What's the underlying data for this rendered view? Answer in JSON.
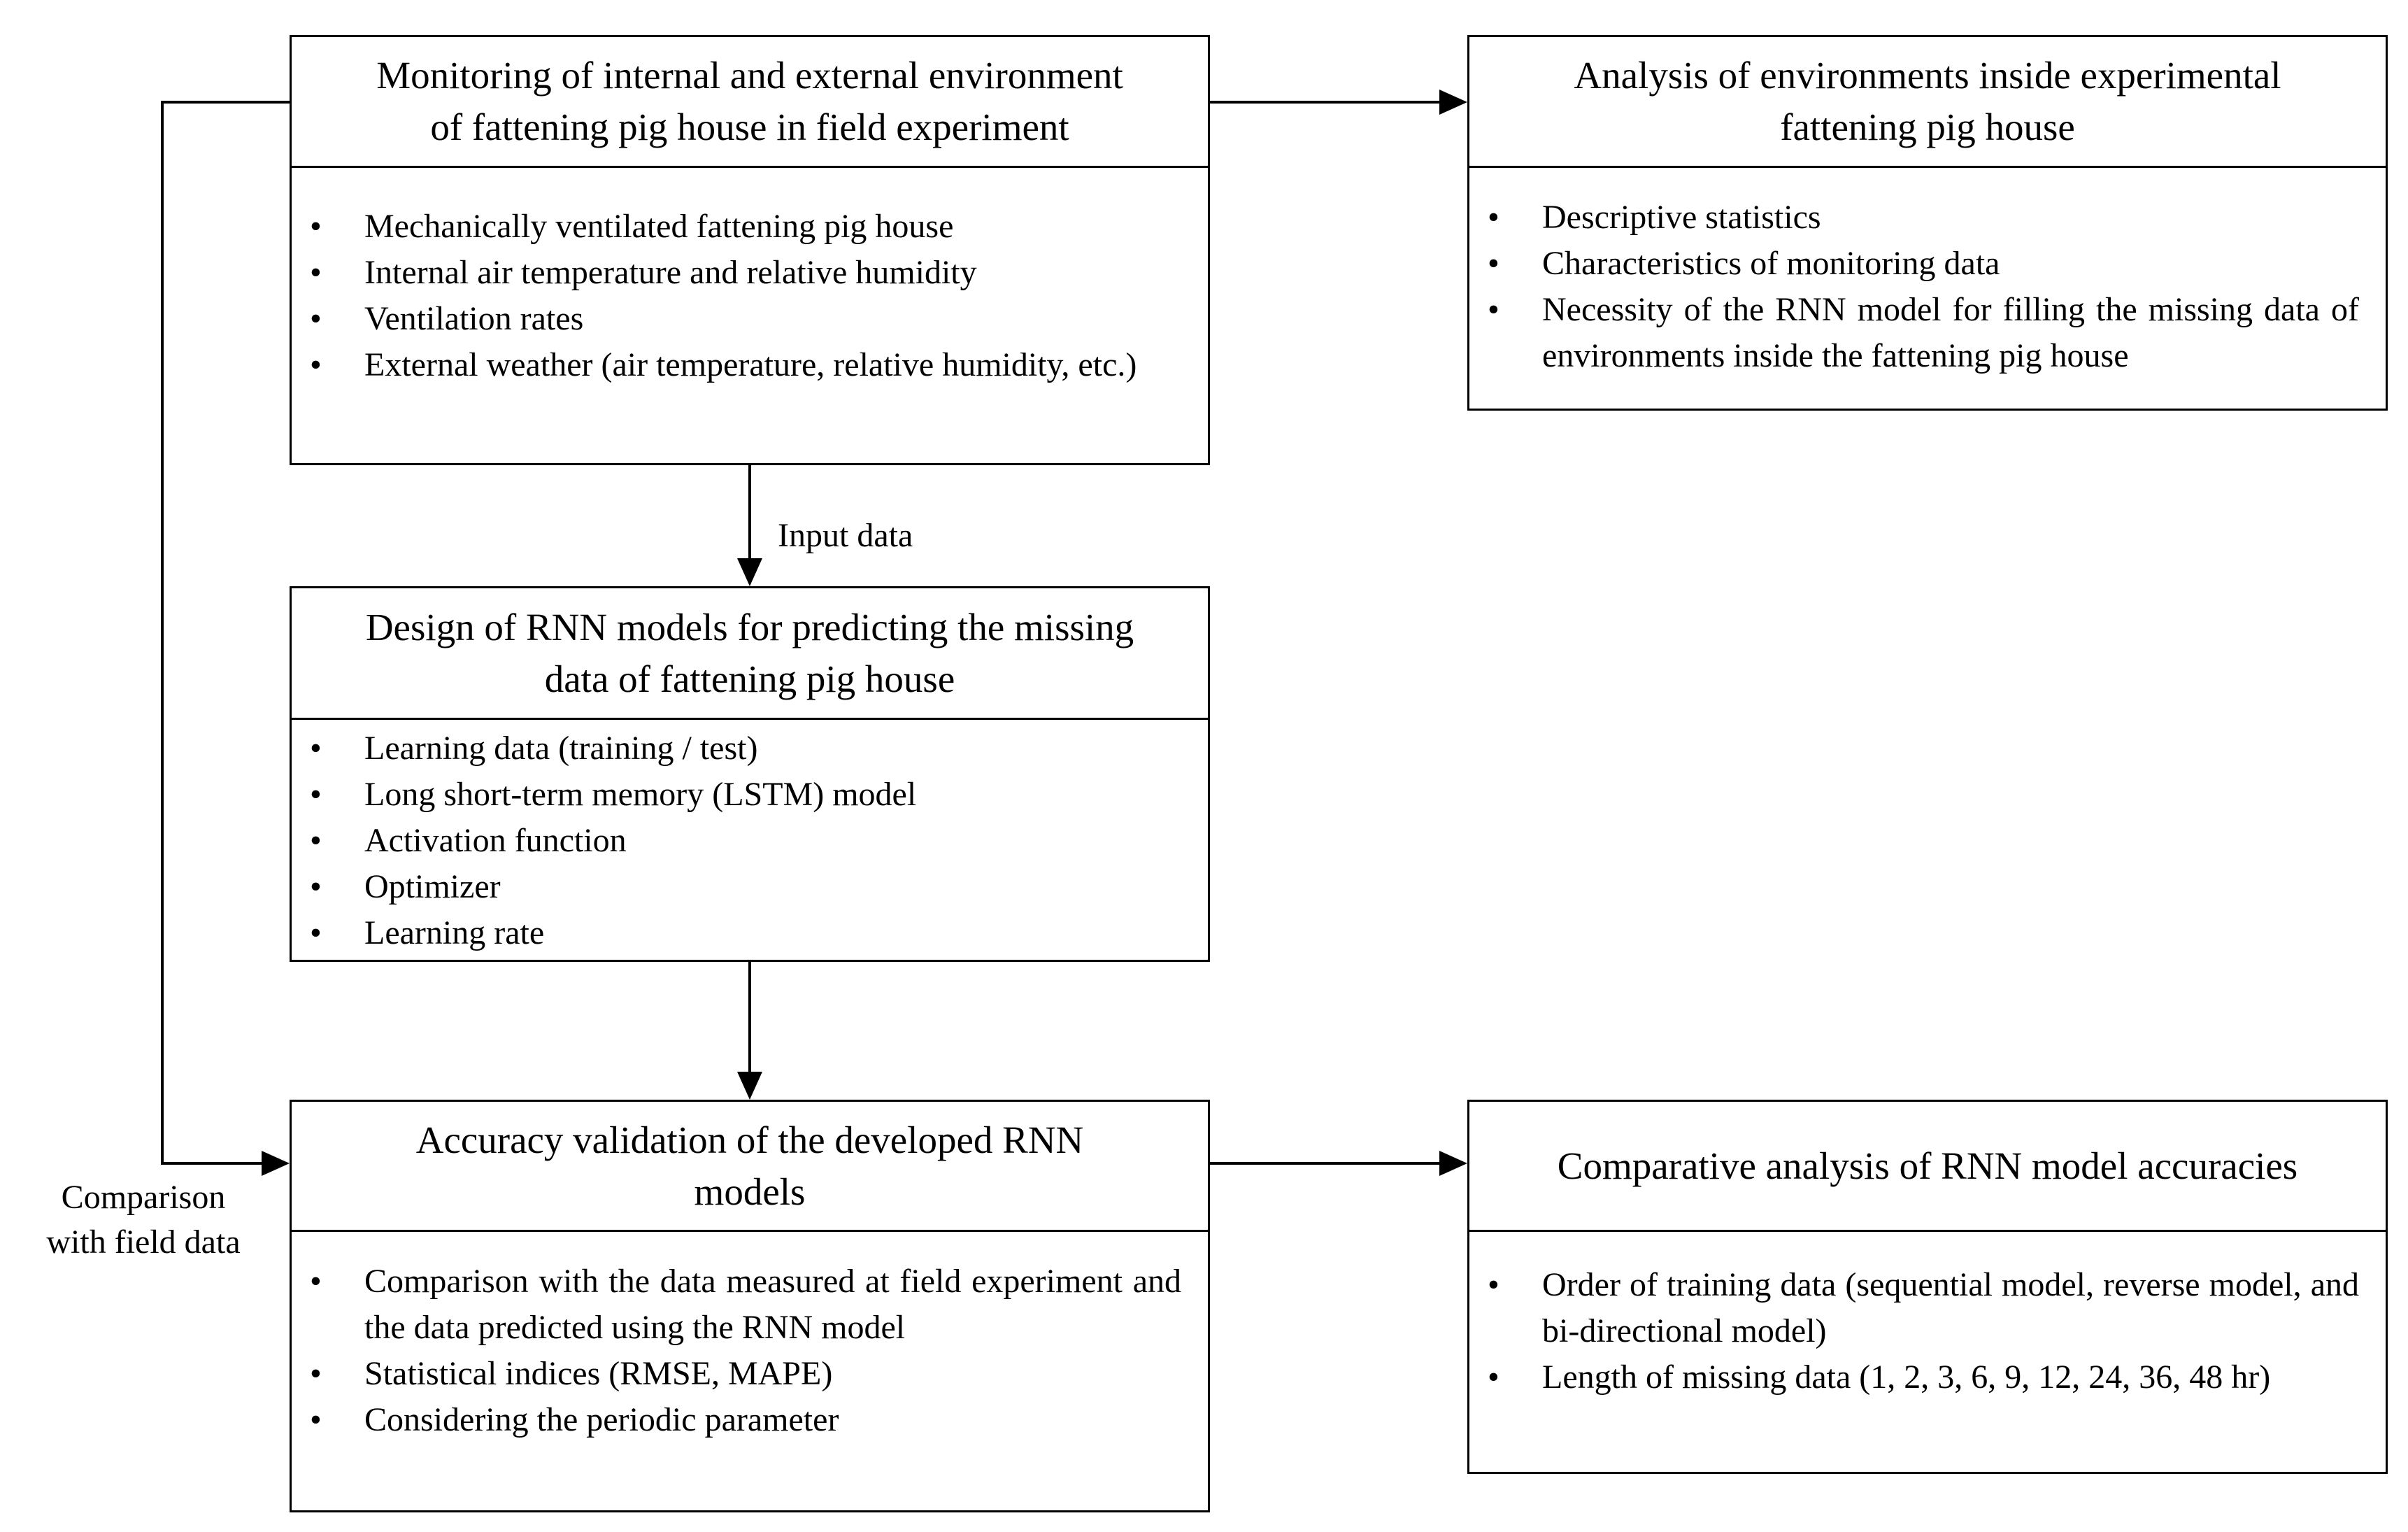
{
  "boxes": {
    "monitoring": {
      "title_line1": "Monitoring of internal and external environment",
      "title_line2": "of fattening pig house in field experiment",
      "items": [
        "Mechanically ventilated fattening pig house",
        "Internal air temperature and relative humidity",
        "Ventilation rates",
        "External weather (air temperature, relative humidity, etc.)"
      ]
    },
    "analysis": {
      "title_line1": "Analysis of environments inside experimental",
      "title_line2": "fattening pig house",
      "items": [
        "Descriptive statistics",
        "Characteristics of monitoring data",
        "Necessity of the RNN model for filling the missing data of environments inside the fattening pig house"
      ]
    },
    "design": {
      "title_line1": "Design of RNN models for predicting the missing",
      "title_line2": "data of fattening pig house",
      "items": [
        "Learning data (training / test)",
        "Long short-term memory (LSTM) model",
        "Activation function",
        "Optimizer",
        "Learning rate"
      ]
    },
    "validation": {
      "title_line1": "Accuracy validation of the developed RNN",
      "title_line2": "models",
      "items": [
        "Comparison with the data measured at field experiment and the data predicted using the RNN model",
        "Statistical indices (RMSE, MAPE)",
        "Considering the periodic parameter"
      ]
    },
    "comparative": {
      "title_line1": "Comparative analysis of RNN model accuracies",
      "items": [
        "Order of training data (sequential model, reverse model, and bi-directional model)",
        "Length of missing data (1, 2, 3, 6, 9, 12, 24, 36, 48 hr)"
      ]
    }
  },
  "labels": {
    "input_data": "Input data",
    "comparison_line1": "Comparison",
    "comparison_line2": "with field data"
  }
}
